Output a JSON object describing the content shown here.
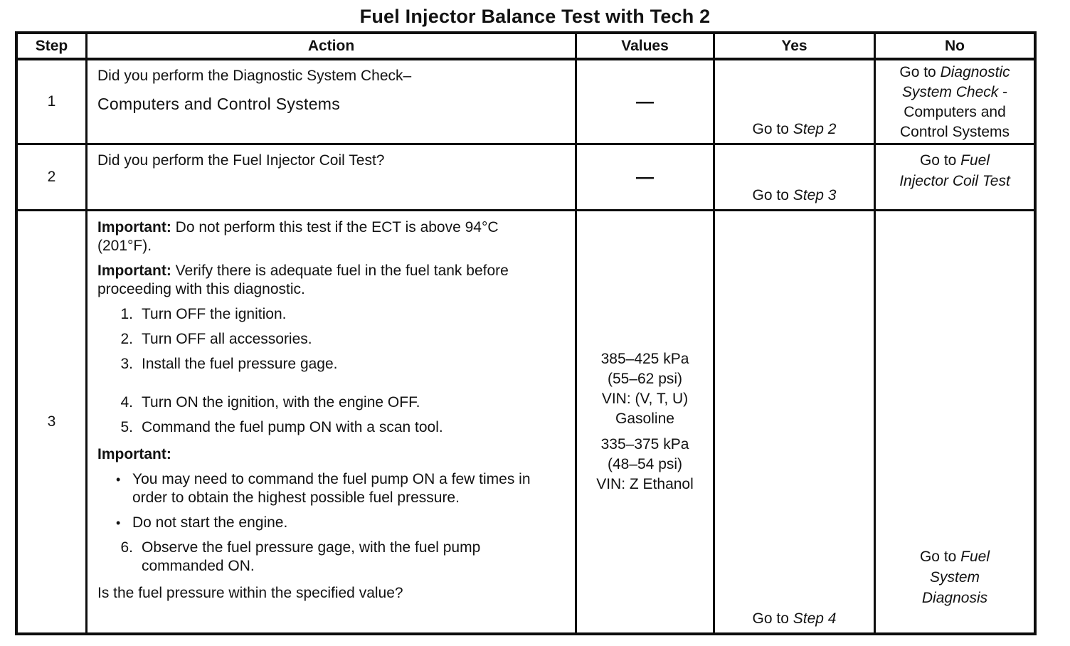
{
  "title": "Fuel Injector Balance Test with Tech 2",
  "bullet_marker": "•",
  "table": {
    "headers": {
      "step": "Step",
      "action": "Action",
      "values": "Values",
      "yes": "Yes",
      "no": "No"
    },
    "rows": [
      {
        "step": "1",
        "action_line1": "Did you perform the Diagnostic System Check–",
        "action_line2": "Computers and Control Systems",
        "values": "—",
        "yes": {
          "pre": "Go to ",
          "italic": "Step 2"
        },
        "no": {
          "l1_pre": "Go to ",
          "l1_it": "Diagnostic",
          "l2_it": "System Check",
          "l2_post": " -",
          "l3": "Computers and",
          "l4": "Control Systems"
        }
      },
      {
        "step": "2",
        "action_line1": "Did you perform the Fuel Injector Coil Test?",
        "values": "—",
        "yes": {
          "pre": "Go to ",
          "italic": "Step 3"
        },
        "no": {
          "l1_pre": "Go to ",
          "l1_it": "Fuel",
          "l2_it": "Injector Coil Test"
        }
      },
      {
        "step": "3",
        "action": {
          "important1_label": "Important:",
          "important1_text": " Do not perform this test if the ECT is above 94°C (201°F).",
          "important2_label": "Important:",
          "important2_text": " Verify there is adequate fuel in the fuel tank before proceeding with this diagnostic.",
          "steps_a": [
            {
              "num": "1.",
              "text": "Turn OFF the ignition."
            },
            {
              "num": "2.",
              "text": "Turn OFF all accessories."
            },
            {
              "num": "3.",
              "text": "Install the fuel pressure gage."
            }
          ],
          "steps_b": [
            {
              "num": "4.",
              "text": "Turn ON the ignition, with the engine OFF."
            },
            {
              "num": "5.",
              "text": "Command the fuel pump ON with a scan tool."
            }
          ],
          "important3_label": "Important:",
          "bullets": [
            "You may need to command the fuel pump ON a few times in order to obtain the highest possible fuel pressure.",
            "Do not start the engine."
          ],
          "step6": {
            "num": "6.",
            "text": "Observe the fuel pressure gage, with the fuel pump commanded ON."
          },
          "question": "Is the fuel pressure within the specified value?"
        },
        "values_group1": [
          "385–425 kPa",
          "(55–62 psi)",
          "VIN: (V, T, U)",
          "Gasoline"
        ],
        "values_group2": [
          "335–375 kPa",
          "(48–54 psi)",
          "VIN: Z Ethanol"
        ],
        "yes": {
          "pre": "Go to ",
          "italic": "Step 4"
        },
        "no": {
          "l1_pre": "Go to ",
          "l1_it": "Fuel",
          "l2_it": "System",
          "l3_it": "Diagnosis"
        }
      }
    ]
  }
}
